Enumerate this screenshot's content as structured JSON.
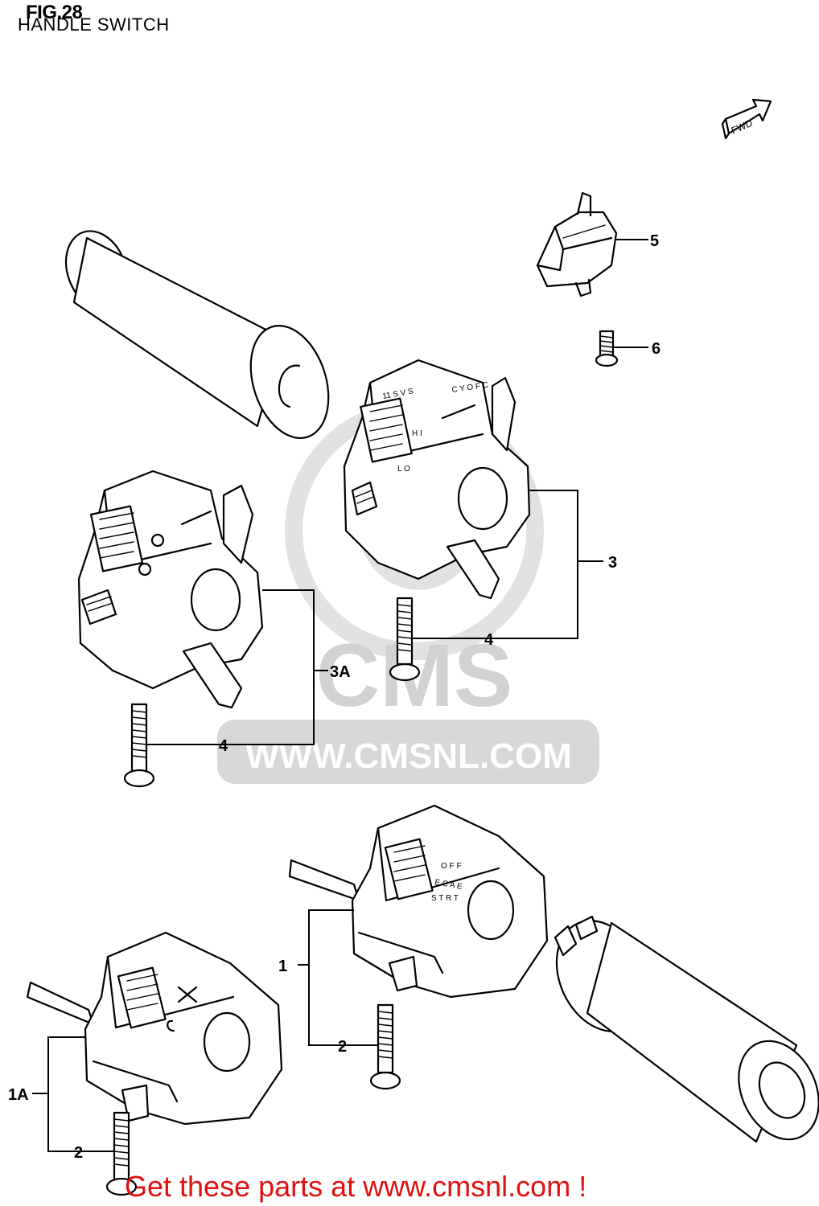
{
  "figure": {
    "number": "FIG.28",
    "title": "HANDLE SWITCH"
  },
  "direction_badge": "FWD",
  "watermark": {
    "brand": "CMS",
    "url": "WWW.CMSNL.COM"
  },
  "callouts": {
    "c1": "1",
    "c1a": "1A",
    "c2a": "2",
    "c2b": "2",
    "c3": "3",
    "c3a": "3A",
    "c4a": "4",
    "c4b": "4",
    "c5": "5",
    "c6": "6"
  },
  "footer": "Get these parts at www.cmsnl.com !"
}
